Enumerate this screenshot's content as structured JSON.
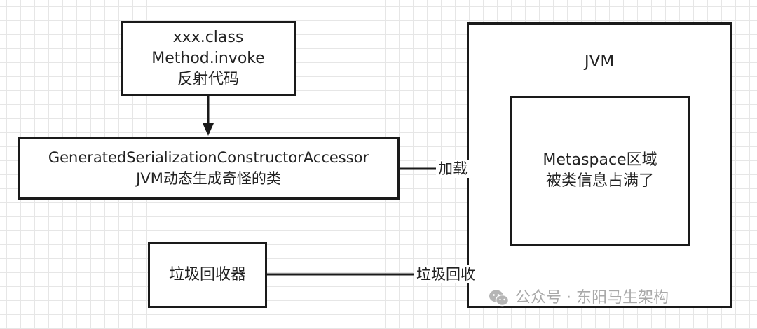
{
  "class_box": {
    "line1": "xxx.class",
    "line2": "Method.invoke",
    "line3": "反射代码"
  },
  "accessor_box": {
    "line1": "GeneratedSerializationConstructorAccessor",
    "line2": "JVM动态生成奇怪的类"
  },
  "jvm_box": {
    "label": "JVM"
  },
  "metaspace_box": {
    "line1": "Metaspace区域",
    "line2": "被类信息占满了"
  },
  "gc_box": {
    "label": "垃圾回收器"
  },
  "edges": {
    "load_label": "加载",
    "gc_label": "垃圾回收"
  },
  "watermark": {
    "text": "公众号 · 东阳马生架构",
    "icon": "wechat-icon"
  }
}
